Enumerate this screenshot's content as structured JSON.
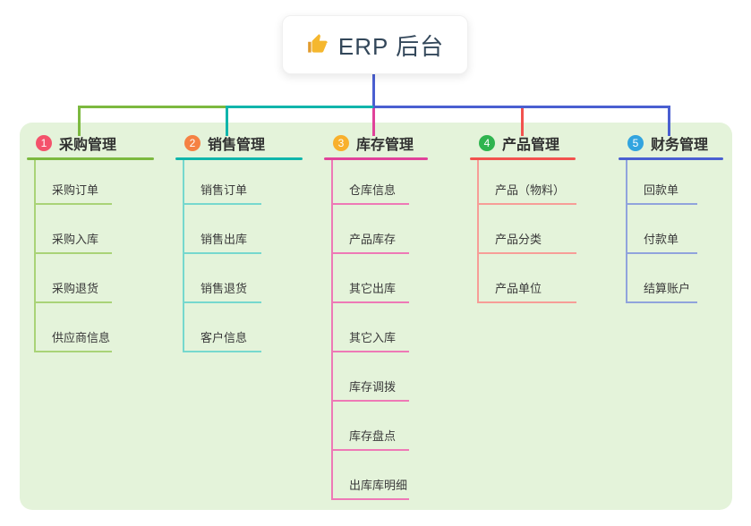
{
  "canvas": {
    "bg": "#ffffff",
    "panel_bg": "#e4f3da"
  },
  "root": {
    "label": "ERP 后台",
    "icon": "thumbs-up-icon",
    "icon_color": "#f5b72e",
    "line_color": "#4a5fd1",
    "text_color": "#33475a"
  },
  "branches": [
    {
      "number": "1",
      "title": "采购管理",
      "badge_color": "#f4526b",
      "color": "#7cb93f",
      "light_color": "#a9d377",
      "children": [
        "采购订单",
        "采购入库",
        "采购退货",
        "供应商信息"
      ]
    },
    {
      "number": "2",
      "title": "销售管理",
      "badge_color": "#f58143",
      "color": "#10b5ab",
      "light_color": "#76d8ce",
      "children": [
        "销售订单",
        "销售出库",
        "销售退货",
        "客户信息"
      ]
    },
    {
      "number": "3",
      "title": "库存管理",
      "badge_color": "#f8b02c",
      "color": "#e0429a",
      "light_color": "#ee79b6",
      "children": [
        "仓库信息",
        "产品库存",
        "其它出库",
        "其它入库",
        "库存调拨",
        "库存盘点",
        "出库库明细"
      ]
    },
    {
      "number": "4",
      "title": "产品管理",
      "badge_color": "#2fb44f",
      "color": "#f2524e",
      "light_color": "#f79d97",
      "children": [
        "产品（物料）",
        "产品分类",
        "产品单位"
      ]
    },
    {
      "number": "5",
      "title": "财务管理",
      "badge_color": "#32a4df",
      "color": "#4a5fd1",
      "light_color": "#90a3dc",
      "children": [
        "回款单",
        "付款单",
        "结算账户"
      ]
    }
  ]
}
